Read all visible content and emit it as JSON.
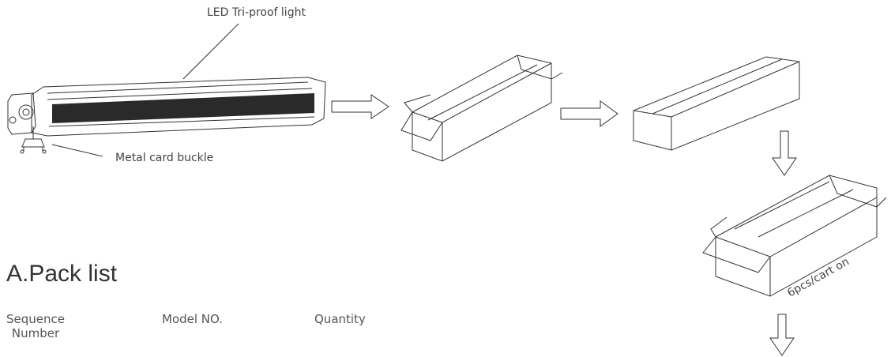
{
  "labels": {
    "light": "LED Tri-proof light",
    "buckle": "Metal card buckle",
    "carton": "6pcs/cart on"
  },
  "section": {
    "title": "A.Pack list",
    "columns": [
      "Sequence\nNumber",
      "Model NO.",
      "Quantity"
    ]
  }
}
